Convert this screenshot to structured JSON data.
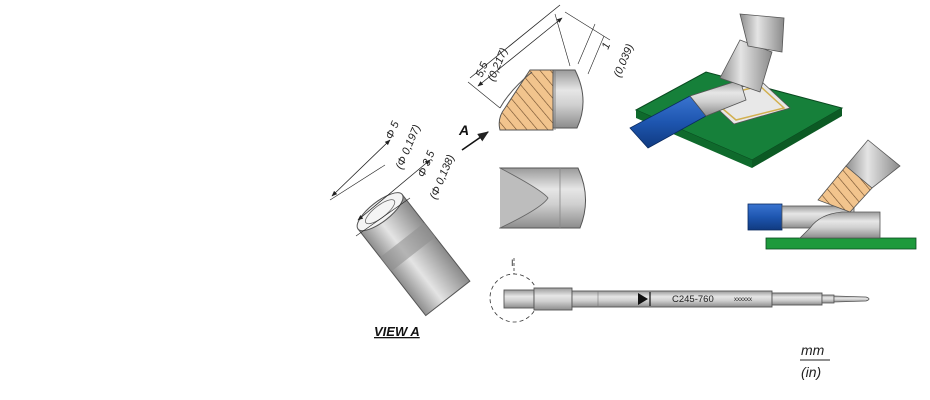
{
  "dimensions": {
    "length": {
      "mm": "5,5",
      "inch": "(0,217)"
    },
    "offset": {
      "mm": "1",
      "inch": "(0,039)"
    },
    "diameter_outer": {
      "mm": "Φ 5",
      "inch": "(Φ 0,197)"
    },
    "diameter_inner": {
      "mm": "Φ 3,5",
      "inch": "(Φ 0,138)"
    }
  },
  "view_arrow_label": "A",
  "view_caption": "VIEW A",
  "detail_marker": "I",
  "part_number": "C245-760",
  "serial_placeholder": "xxxxxx",
  "units": {
    "primary": "mm",
    "secondary": "(in)"
  },
  "colors": {
    "tip_body": "#c4c4c4",
    "solder_hatch": "#f2c48d",
    "pcb": "#1e9a3c",
    "wire_insulation": "#1e56b0"
  }
}
